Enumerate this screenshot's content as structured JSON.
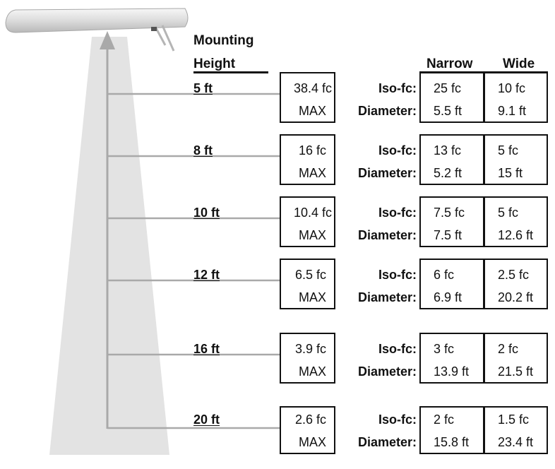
{
  "header": {
    "mounting_line1": "Mounting",
    "mounting_line2": "Height",
    "narrow": "Narrow",
    "wide": "Wide"
  },
  "labels": {
    "iso": "Iso-fc:",
    "diameter": "Diameter:"
  },
  "rows": [
    {
      "height": "5 ft",
      "max_fc": "38.4 fc",
      "max_label": "MAX",
      "narrow_iso": "25 fc",
      "wide_iso": "10 fc",
      "narrow_dia": "5.5 ft",
      "wide_dia": "9.1 ft"
    },
    {
      "height": "8 ft",
      "max_fc": "16 fc",
      "max_label": "MAX",
      "narrow_iso": "13 fc",
      "wide_iso": "5 fc",
      "narrow_dia": "5.2 ft",
      "wide_dia": "15 ft"
    },
    {
      "height": "10 ft",
      "max_fc": "10.4 fc",
      "max_label": "MAX",
      "narrow_iso": "7.5 fc",
      "wide_iso": "5 fc",
      "narrow_dia": "7.5 ft",
      "wide_dia": "12.6 ft"
    },
    {
      "height": "12 ft",
      "max_fc": "6.5 fc",
      "max_label": "MAX",
      "narrow_iso": "6 fc",
      "wide_iso": "2.5 fc",
      "narrow_dia": "6.9 ft",
      "wide_dia": "20.2 ft"
    },
    {
      "height": "16 ft",
      "max_fc": "3.9 fc",
      "max_label": "MAX",
      "narrow_iso": "3 fc",
      "wide_iso": "2 fc",
      "narrow_dia": "13.9 ft",
      "wide_dia": "21.5 ft"
    },
    {
      "height": "20 ft",
      "max_fc": "2.6 fc",
      "max_label": "MAX",
      "narrow_iso": "2 fc",
      "wide_iso": "1.5 fc",
      "narrow_dia": "15.8 ft",
      "wide_dia": "23.4 ft"
    }
  ],
  "colors": {
    "beam": "#e3e3e3",
    "arrow": "#a9a9a9",
    "box_border": "#111111"
  }
}
